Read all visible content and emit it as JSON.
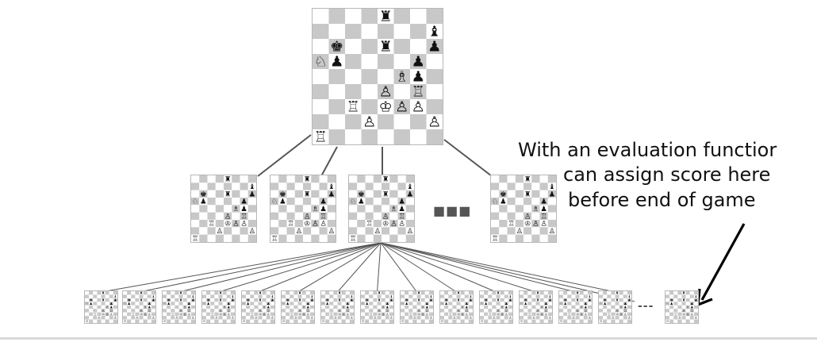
{
  "annotation": {
    "line1": "With an evaluation functior",
    "line2": "can assign score here",
    "line3": "before end of game"
  },
  "ellipsis": {
    "level1": "■■■",
    "level2": "---"
  },
  "root_position": {
    "pieces": [
      {
        "sq": [
          0,
          4
        ],
        "glyph": "♜"
      },
      {
        "sq": [
          1,
          7
        ],
        "glyph": "♝"
      },
      {
        "sq": [
          2,
          1
        ],
        "glyph": "♚"
      },
      {
        "sq": [
          2,
          4
        ],
        "glyph": "♜"
      },
      {
        "sq": [
          2,
          7
        ],
        "glyph": "♟"
      },
      {
        "sq": [
          3,
          0
        ],
        "glyph": "♘"
      },
      {
        "sq": [
          3,
          1
        ],
        "glyph": "♟"
      },
      {
        "sq": [
          3,
          6
        ],
        "glyph": "♟"
      },
      {
        "sq": [
          4,
          5
        ],
        "glyph": "♗"
      },
      {
        "sq": [
          4,
          6
        ],
        "glyph": "♟"
      },
      {
        "sq": [
          5,
          4
        ],
        "glyph": "♙"
      },
      {
        "sq": [
          5,
          6
        ],
        "glyph": "♖"
      },
      {
        "sq": [
          6,
          2
        ],
        "glyph": "♖"
      },
      {
        "sq": [
          6,
          4
        ],
        "glyph": "♔"
      },
      {
        "sq": [
          6,
          5
        ],
        "glyph": "♙"
      },
      {
        "sq": [
          6,
          6
        ],
        "glyph": "♙"
      },
      {
        "sq": [
          7,
          3
        ],
        "glyph": "♙"
      },
      {
        "sq": [
          7,
          7
        ],
        "glyph": "♙"
      },
      {
        "sq": [
          8,
          0
        ],
        "glyph": "♖"
      }
    ]
  },
  "colors": {
    "dark_square": "#c8c8c8",
    "light_square": "#ffffff",
    "edge": "#555555",
    "arrow": "#000000"
  }
}
